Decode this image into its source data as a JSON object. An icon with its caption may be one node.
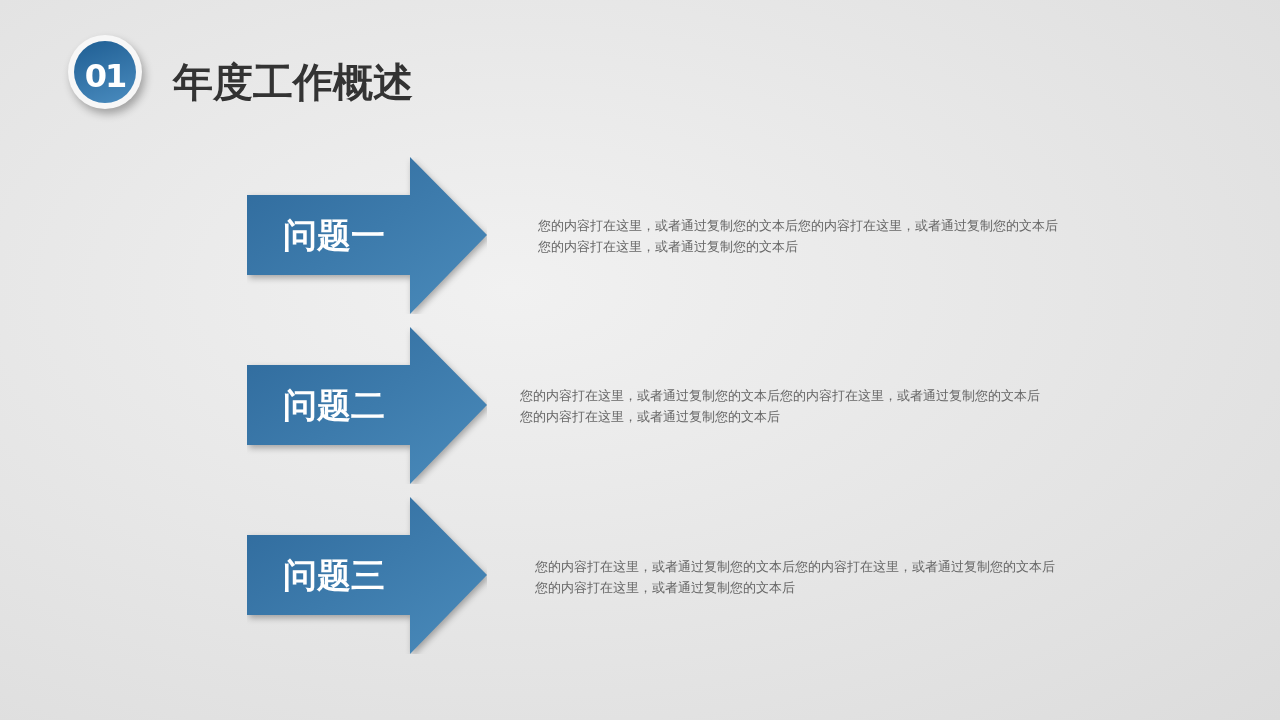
{
  "diagram": {
    "title": "年度工作概述",
    "nodes": [
      {
        "text": [
          "01"
        ]
      },
      {
        "text": [
          "问题一"
        ],
        "beside": [
          "您的内容打在这里，或者通过复制您的文本后您的内容打在这里，或者通过复制您的文本后您的内容打在这里，或者通过复制您的文本后"
        ]
      },
      {
        "text": [
          "问题二"
        ],
        "beside": [
          "您的内容打在这里，或者通过复制您的文本后您的内容打在这里，或者通过复制您的文本后您的内容打在这里，或者通过复制您的文本后"
        ]
      },
      {
        "text": [
          "问题三"
        ],
        "beside": [
          "您的内容打在这里，或者通过复制您的文本后您的内容打在这里，或者通过复制您的文本后您的内容打在这里，或者通过复制您的文本后"
        ]
      }
    ]
  }
}
